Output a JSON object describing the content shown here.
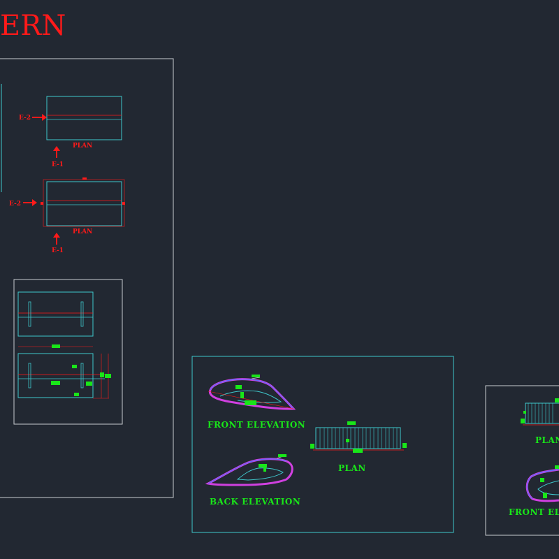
{
  "drawing": {
    "title": "ERN",
    "colors": {
      "background": "#222832",
      "frame": "#c8ccd0",
      "cyan": "#3fc8cc",
      "red": "#ff1a1a",
      "green": "#19e619",
      "magenta": "#d040e0",
      "blue": "#5a6cff"
    },
    "left_sheet": {
      "top_view": {
        "label": "PLAN",
        "mark_left": "E-2",
        "mark_bottom": "E-1"
      },
      "second_view": {
        "label": "PLAN",
        "mark_left": "E-2",
        "mark_bottom": "E-1"
      }
    },
    "center_sheet": {
      "front_label": "FRONT ELEVATION",
      "back_label": "BACK ELEVATION",
      "plan_label": "PLAN"
    },
    "right_sheet": {
      "plan_label": "PLAN",
      "front_label": "FRONT ELE"
    }
  }
}
